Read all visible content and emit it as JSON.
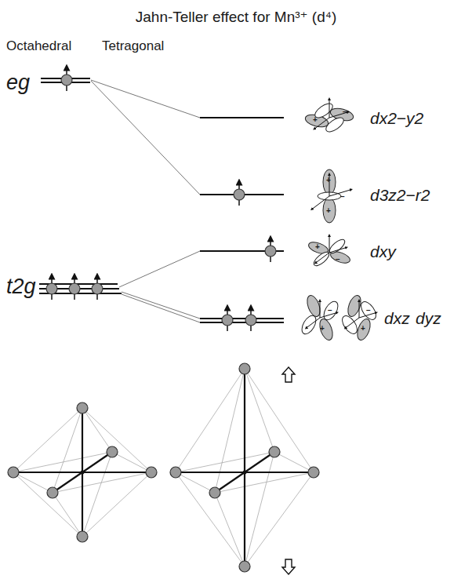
{
  "diagram": {
    "title": "Jahn-Teller effect for Mn³⁺ (d⁴)",
    "labels": [
      "Octahedral",
      "Tetragonal",
      "eg",
      "t2g",
      "dx2−y2",
      "d3z2−r2",
      "dxy",
      "dxz",
      "dyz",
      "+",
      "−",
      "+",
      "−",
      "+",
      "+",
      "−",
      "+",
      "−",
      "+",
      "−"
    ]
  }
}
